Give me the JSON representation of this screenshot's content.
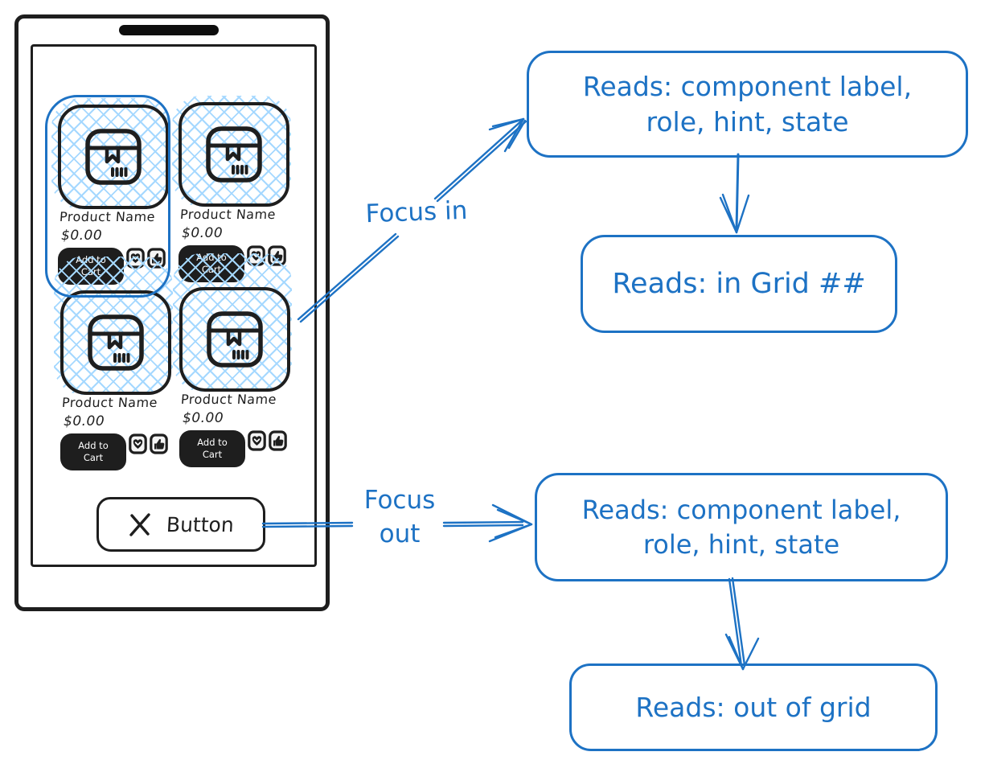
{
  "colors": {
    "ink": "#1e1e1e",
    "blue": "#1d72c4",
    "hatch_blue": "#a5d8ff",
    "button_fill": "#1e1e1e"
  },
  "icons": {
    "product_image": "package-icon",
    "favorite": "heart-icon",
    "like": "thumbs-up-icon",
    "close": "x-icon",
    "speaker": "speaker-bar"
  },
  "phone": {
    "products": [
      {
        "name": "Product Name",
        "price": "$0.00",
        "add_to_cart": "Add to Cart",
        "focused": true
      },
      {
        "name": "Product Name",
        "price": "$0.00",
        "add_to_cart": "Add to Cart",
        "focused": false
      },
      {
        "name": "Product Name",
        "price": "$0.00",
        "add_to_cart": "Add to Cart",
        "focused": false
      },
      {
        "name": "Product Name",
        "price": "$0.00",
        "add_to_cart": "Add to Cart",
        "focused": false
      }
    ],
    "bottom_button_label": "Button"
  },
  "annotations": {
    "focus_in": {
      "arrow_label": "Focus in",
      "announce_line1": "Reads: component label,",
      "announce_line2": "role, hint, state",
      "result": "Reads: in Grid ##"
    },
    "focus_out": {
      "arrow_label_line1": "Focus",
      "arrow_label_line2": "out",
      "announce_line1": "Reads: component label,",
      "announce_line2": "role, hint, state",
      "result": "Reads: out of grid"
    }
  }
}
